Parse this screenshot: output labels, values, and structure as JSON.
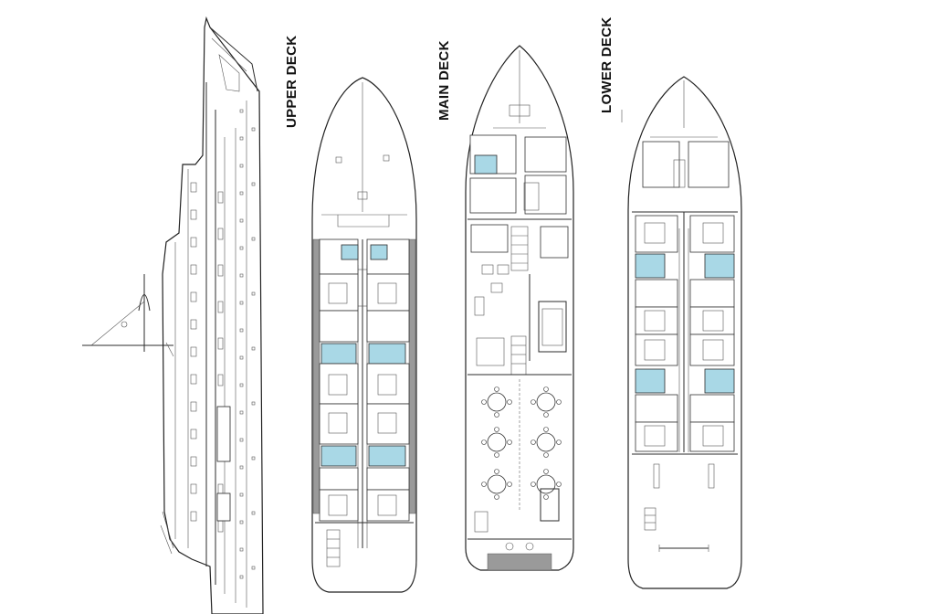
{
  "decks": {
    "upper": {
      "label": "UPPER DECK"
    },
    "main": {
      "label": "MAIN DECK"
    },
    "lower": {
      "label": "LOWER DECK"
    }
  },
  "colors": {
    "bathroom": "#a9d8e6",
    "line": "#2b2b2b",
    "background": "#ffffff"
  }
}
